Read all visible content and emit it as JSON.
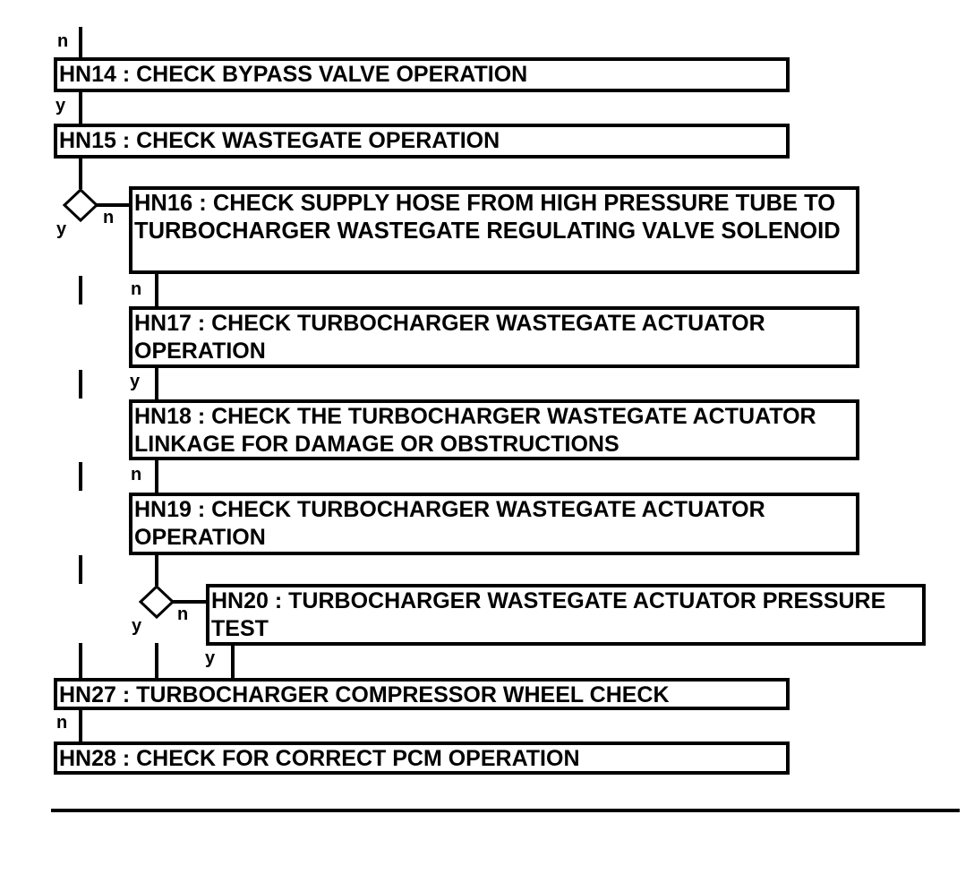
{
  "steps": {
    "hn14": "HN14 : CHECK BYPASS VALVE OPERATION",
    "hn15": "HN15 : CHECK WASTEGATE OPERATION",
    "hn16": "HN16 : CHECK SUPPLY HOSE FROM HIGH PRESSURE TUBE TO TURBOCHARGER WASTEGATE REGULATING VALVE SOLENOID",
    "hn17": "HN17 : CHECK TURBOCHARGER WASTEGATE ACTUATOR OPERATION",
    "hn18": "HN18 : CHECK THE TURBOCHARGER WASTEGATE ACTUATOR LINKAGE FOR DAMAGE OR OBSTRUCTIONS",
    "hn19": "HN19 : CHECK TURBOCHARGER WASTEGATE ACTUATOR OPERATION",
    "hn20": "HN20 : TURBOCHARGER WASTEGATE ACTUATOR PRESSURE TEST",
    "hn27": "HN27 : TURBOCHARGER COMPRESSOR WHEEL CHECK",
    "hn28": "HN28 : CHECK FOR CORRECT PCM OPERATION"
  },
  "branch_labels": {
    "top": "n",
    "after_hn14": "y",
    "d1_yes": "y",
    "d1_no": "n",
    "after_hn16": "n",
    "after_hn17": "y",
    "after_hn18": "n",
    "d2_yes": "y",
    "d2_no": "n",
    "after_hn20": "y",
    "after_hn27": "n"
  }
}
